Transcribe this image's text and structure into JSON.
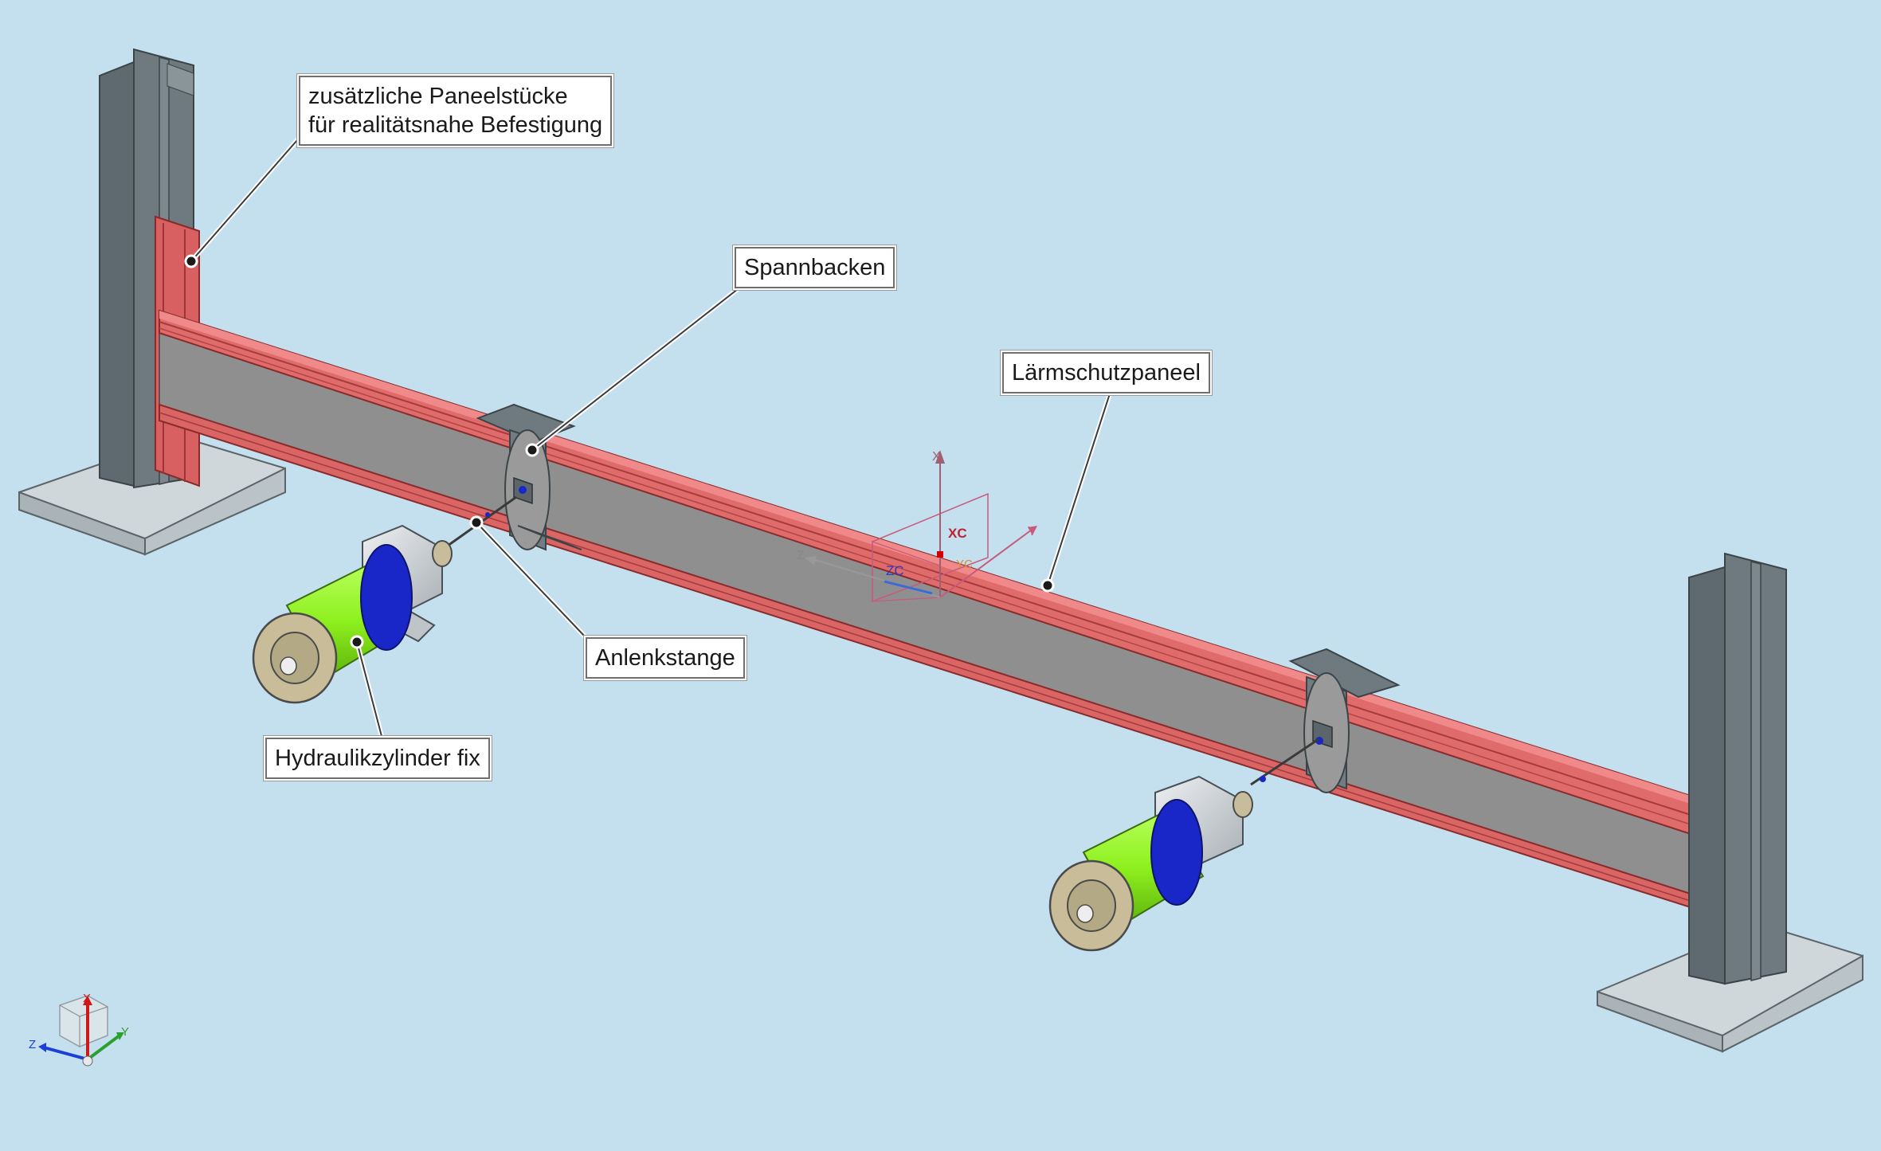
{
  "scene": {
    "background": "#c4e0ef",
    "beam_color": "#8f8f8f",
    "rail_color": "#e06b6b",
    "post_color": "#616d74",
    "base_color": "#cfd7db",
    "cylinder_color": "#8ef01e",
    "ring_color": "#1a27c8"
  },
  "callouts": {
    "panel_pieces": {
      "line1": "zusätzliche Paneelstücke",
      "line2": "für realitätsnahe Befestigung"
    },
    "clamp_jaws": "Spannbacken",
    "noise_panel": "Lärmschutzpaneel",
    "link_rod": "Anlenkstange",
    "hydraulic_cylinder": "Hydraulikzylinder fix"
  },
  "wcs": {
    "x": "XC",
    "y": "YC",
    "z": "ZC",
    "x_icon": "X",
    "y_icon": "Y",
    "z_icon": "Z"
  },
  "triad": {
    "x": "X",
    "y": "Y",
    "z": "Z"
  }
}
